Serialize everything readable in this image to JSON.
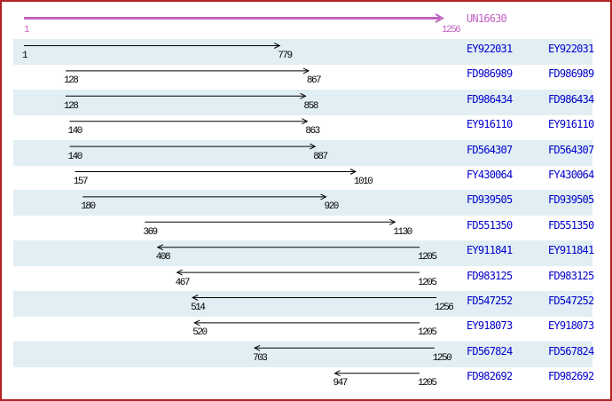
{
  "palette": {
    "border_red": "#b22222",
    "band_blue": "#e1eff4",
    "reference_magenta": "#c263c2",
    "accession_blue": "#0000cc",
    "arrow_black": "#000000"
  },
  "header": {
    "accession": "UN16630",
    "start_label": "1",
    "end_label": "1256"
  },
  "chart_data": {
    "type": "interval",
    "axis_range": [
      1,
      1256
    ],
    "grid": false,
    "legend": "none",
    "accession_label_repeated": true,
    "reference": {
      "accession": "UN16630",
      "start": 1,
      "end": 1256,
      "strand": "+"
    },
    "rows": [
      {
        "accession": "EY922031",
        "start": 1,
        "end": 779,
        "strand": "+"
      },
      {
        "accession": "FD986989",
        "start": 128,
        "end": 867,
        "strand": "+"
      },
      {
        "accession": "FD986434",
        "start": 128,
        "end": 858,
        "strand": "+"
      },
      {
        "accession": "EY916110",
        "start": 140,
        "end": 863,
        "strand": "+"
      },
      {
        "accession": "FD564307",
        "start": 140,
        "end": 887,
        "strand": "+"
      },
      {
        "accession": "FY430064",
        "start": 157,
        "end": 1010,
        "strand": "+"
      },
      {
        "accession": "FD939505",
        "start": 180,
        "end": 920,
        "strand": "+"
      },
      {
        "accession": "FD551350",
        "start": 369,
        "end": 1130,
        "strand": "+"
      },
      {
        "accession": "EY911841",
        "start": 408,
        "end": 1205,
        "strand": "-"
      },
      {
        "accession": "FD983125",
        "start": 467,
        "end": 1205,
        "strand": "-"
      },
      {
        "accession": "FD547252",
        "start": 514,
        "end": 1256,
        "strand": "-"
      },
      {
        "accession": "EY918073",
        "start": 520,
        "end": 1205,
        "strand": "-"
      },
      {
        "accession": "FD567824",
        "start": 703,
        "end": 1250,
        "strand": "-"
      },
      {
        "accession": "FD982692",
        "start": 947,
        "end": 1205,
        "strand": "-"
      }
    ]
  }
}
